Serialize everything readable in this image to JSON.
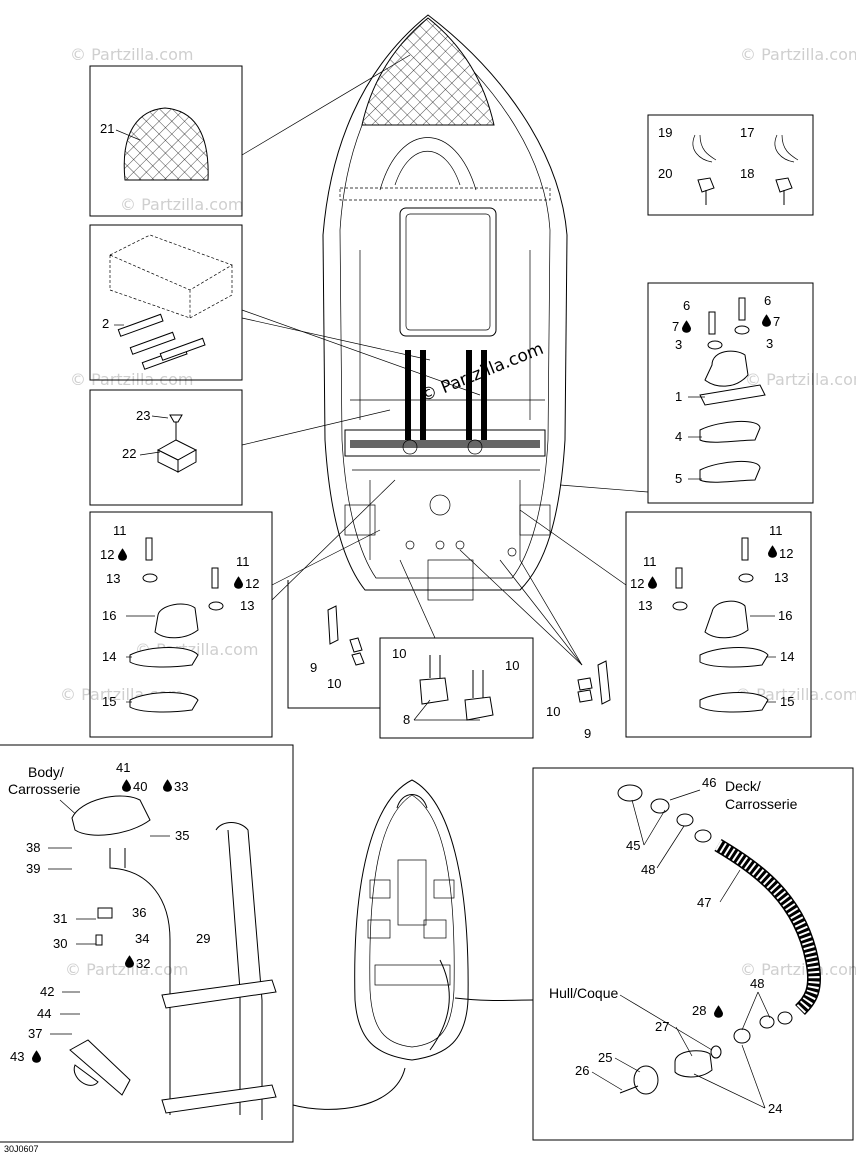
{
  "watermark": "© Partzilla.com",
  "diagram_ref": "30J0607",
  "labels": {
    "body": "Body/",
    "carrosserie": "Carrosserie",
    "deck": "Deck/",
    "deck_carrosserie": "Carrosserie",
    "hull_coque": "Hull/Coque"
  },
  "callouts": {
    "p1": "1",
    "p2": "2",
    "p3a": "3",
    "p3b": "3",
    "p4": "4",
    "p5": "5",
    "p6a": "6",
    "p6b": "6",
    "p7a": "7",
    "p7b": "7",
    "p8": "8",
    "p9a": "9",
    "p9b": "9",
    "p10a": "10",
    "p10b": "10",
    "p10c": "10",
    "p10d": "10",
    "p11a": "11",
    "p11b": "11",
    "p11c": "11",
    "p11d": "11",
    "p12a": "12",
    "p12b": "12",
    "p12c": "12",
    "p12d": "12",
    "p13a": "13",
    "p13b": "13",
    "p13c": "13",
    "p13d": "13",
    "p14a": "14",
    "p14b": "14",
    "p15a": "15",
    "p15b": "15",
    "p16a": "16",
    "p16b": "16",
    "p17": "17",
    "p18": "18",
    "p19": "19",
    "p20": "20",
    "p21": "21",
    "p22": "22",
    "p23": "23",
    "p24": "24",
    "p25": "25",
    "p26": "26",
    "p27": "27",
    "p28": "28",
    "p29": "29",
    "p30": "30",
    "p31": "31",
    "p32": "32",
    "p33": "33",
    "p34": "34",
    "p35": "35",
    "p36": "36",
    "p37": "37",
    "p38": "38",
    "p39": "39",
    "p40": "40",
    "p41": "41",
    "p42": "42",
    "p43": "43",
    "p44": "44",
    "p45": "45",
    "p46": "46",
    "p47": "47",
    "p48a": "48",
    "p48b": "48"
  },
  "icons": {
    "adhesive": "drop-icon"
  },
  "colors": {
    "line": "#000000",
    "hatch": "#d9d9d9",
    "watermark": "#cfcfcf"
  }
}
